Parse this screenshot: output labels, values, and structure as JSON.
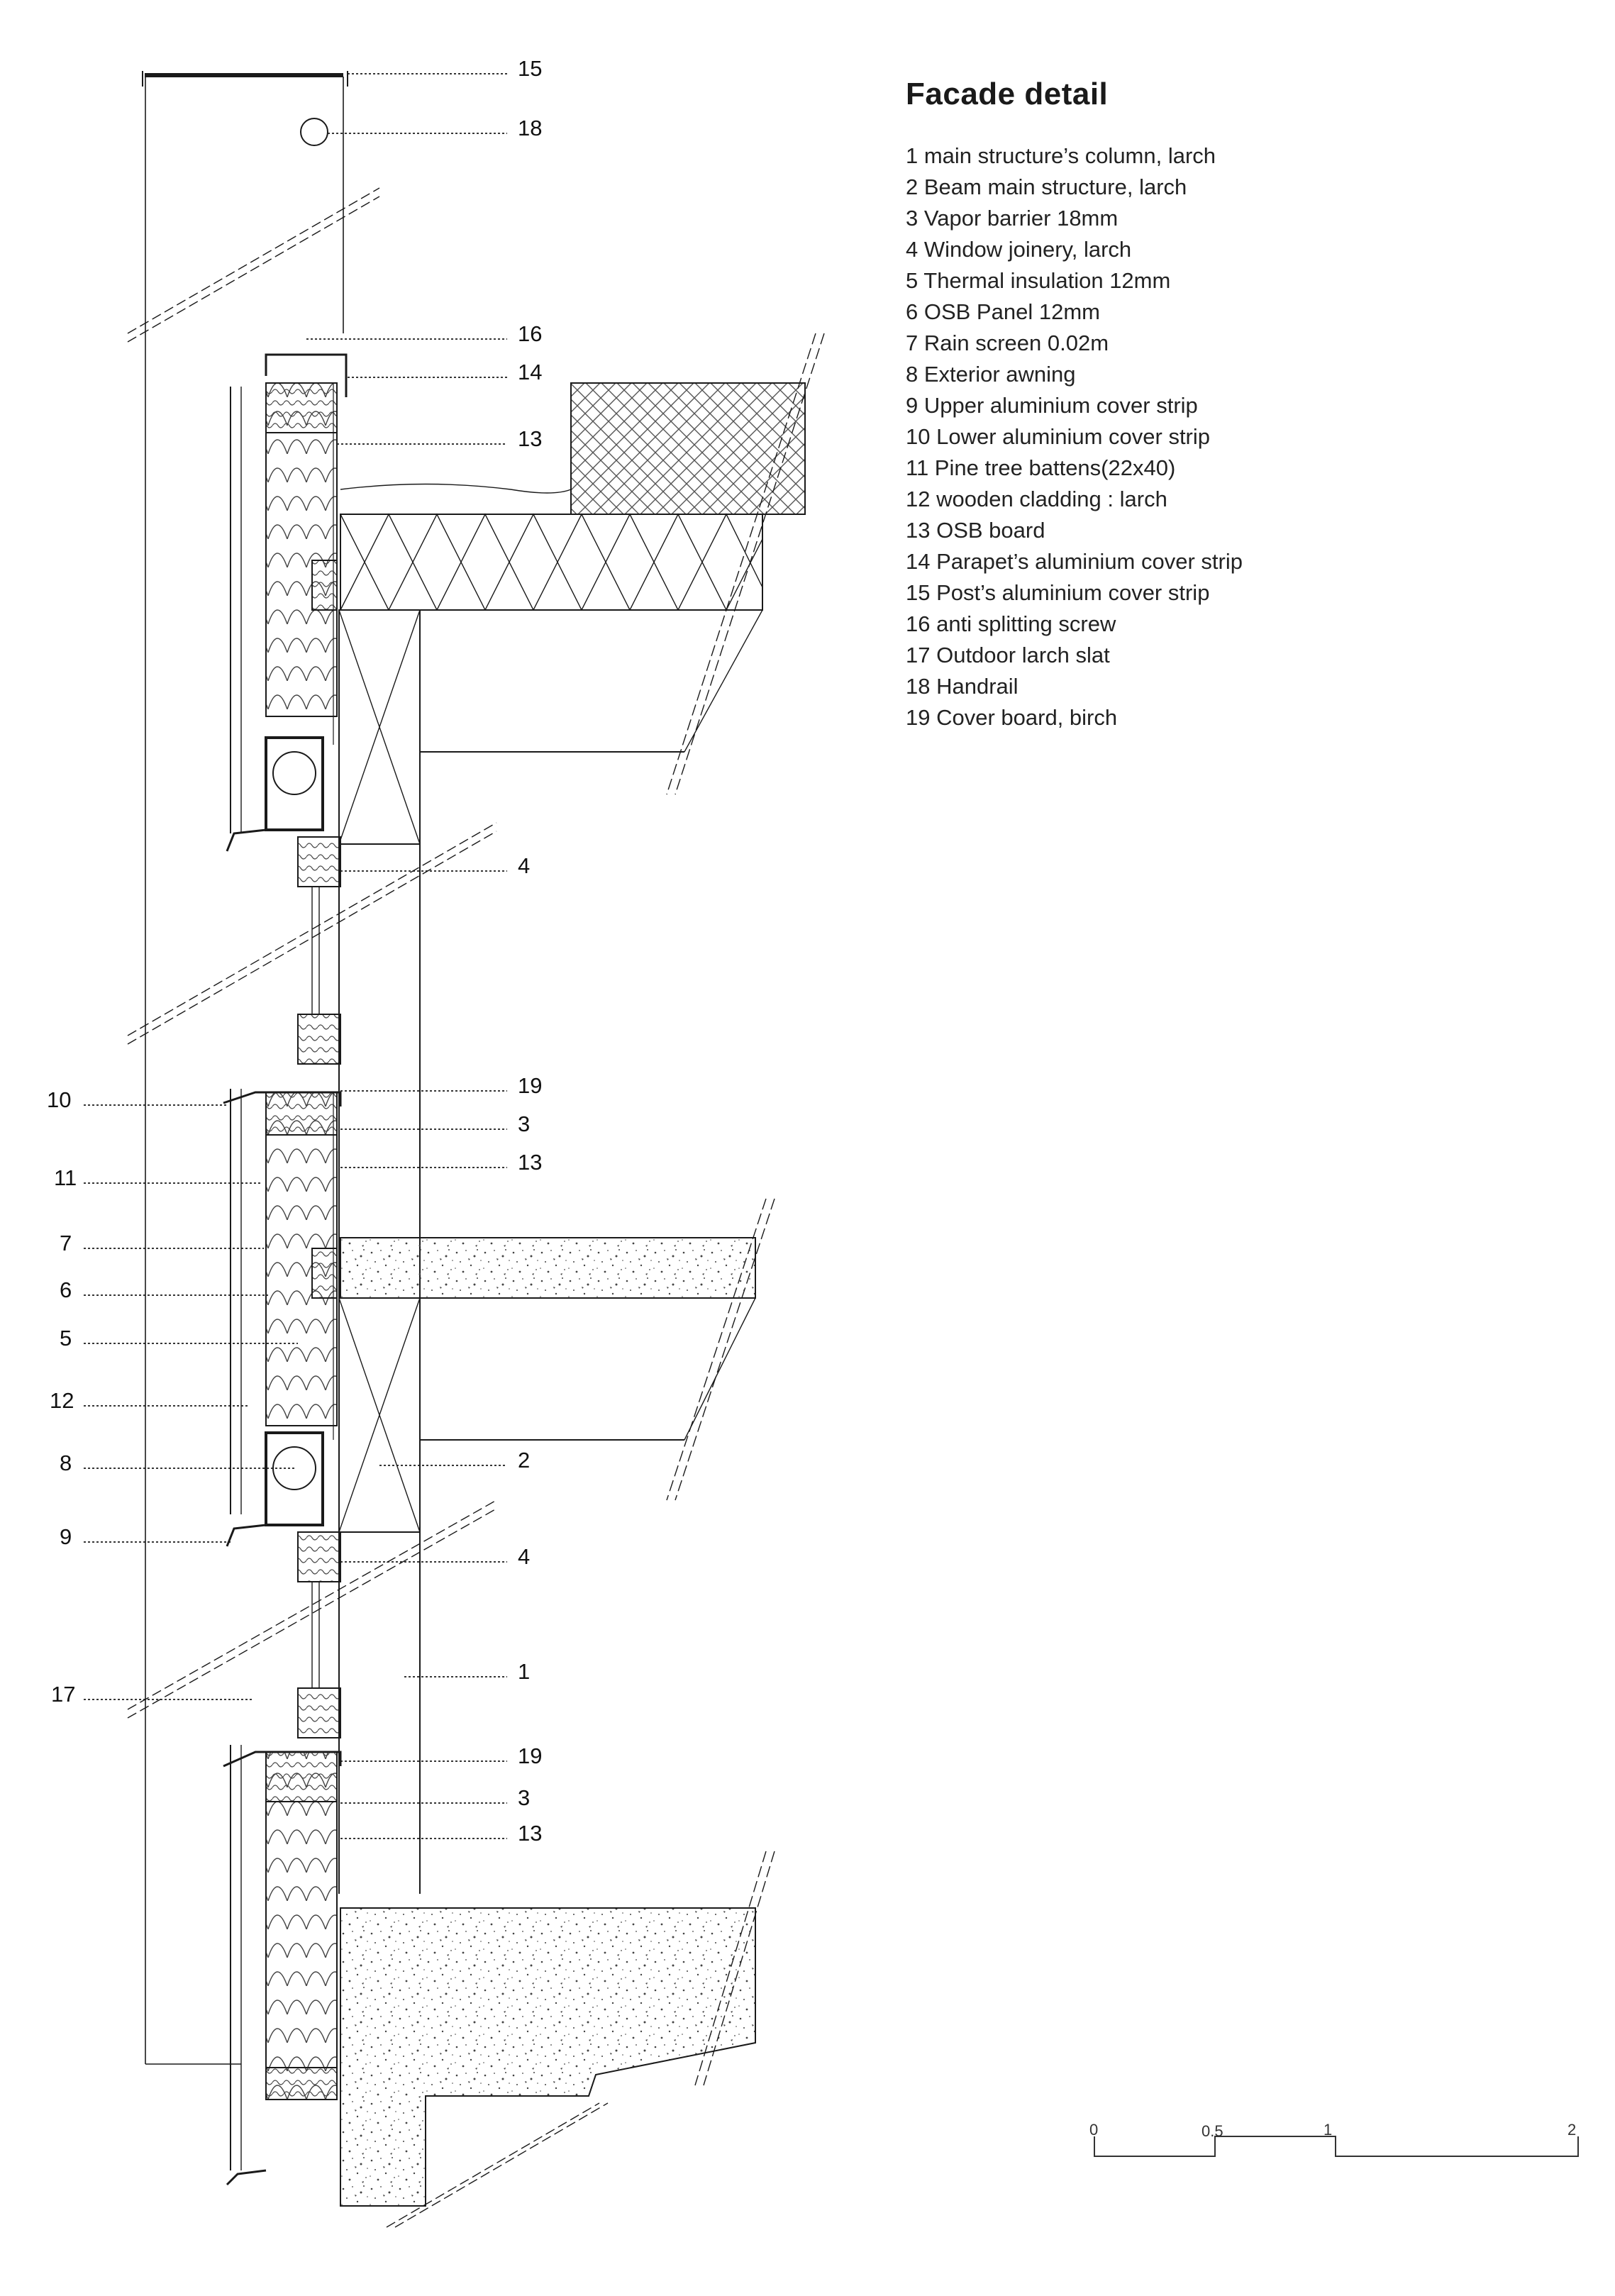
{
  "title": "Facade detail",
  "legend": [
    "1 main structure’s column, larch",
    "2 Beam main structure, larch",
    "3 Vapor barrier 18mm",
    "4 Window joinery, larch",
    "5 Thermal insulation 12mm",
    "6 OSB Panel 12mm",
    "7 Rain screen 0.02m",
    "8 Exterior awning",
    "9 Upper aluminium cover strip",
    "10 Lower aluminium cover strip",
    "11 Pine tree battens(22x40)",
    "12 wooden cladding : larch",
    "13 OSB board",
    "14 Parapet’s aluminium cover strip",
    "15 Post’s aluminium cover strip",
    "16 anti splitting screw",
    "17 Outdoor larch slat",
    "18 Handrail",
    "19 Cover board, birch"
  ],
  "callouts_right": [
    "15",
    "18",
    "16",
    "14",
    "13",
    "4",
    "19",
    "3",
    "13",
    "2",
    "4",
    "1",
    "19",
    "3",
    "13"
  ],
  "callouts_left": [
    "10",
    "11",
    "7",
    "6",
    "5",
    "12",
    "8",
    "9",
    "17"
  ],
  "scale": {
    "labels": [
      "0",
      "0.5",
      "1",
      "2"
    ]
  },
  "colors": {
    "line": "#1a1a1a",
    "thin": "#333333",
    "hatch": "#555555"
  }
}
